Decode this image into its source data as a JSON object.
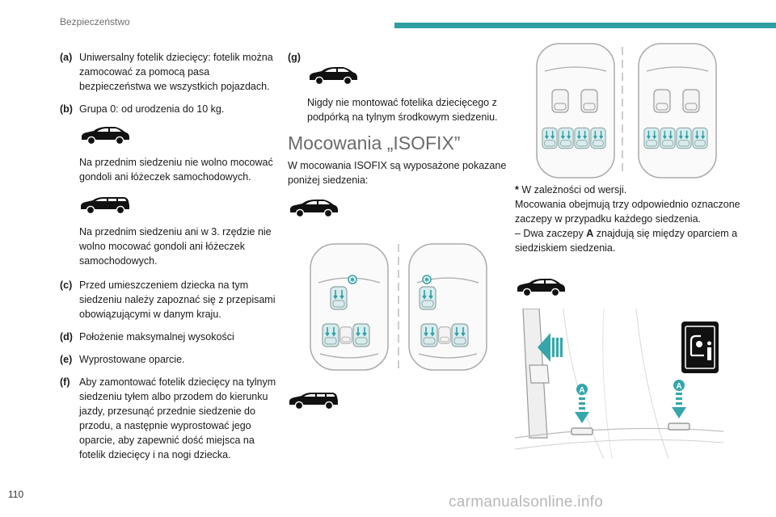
{
  "header": {
    "section": "Bezpieczeństwo",
    "page_number": "110"
  },
  "items": [
    {
      "label": "(a)",
      "text": "Uniwersalny fotelik dziecięcy: fotelik można zamocować za pomocą pasa bezpieczeństwa we wszystkich pojazdach."
    },
    {
      "label": "(b)",
      "text": "Grupa 0: od urodzenia do 10 kg."
    },
    {
      "label": "(c)",
      "text": "Przed umieszczeniem dziecka na tym siedzeniu należy zapoznać się z przepisami obowiązującymi w danym kraju."
    },
    {
      "label": "(d)",
      "text": "Położenie maksymalnej wysokości"
    },
    {
      "label": "(e)",
      "text": "Wyprostowane oparcie."
    },
    {
      "label": "(f)",
      "text": "Aby zamontować fotelik dziecięcy na tylnym siedzeniu tyłem albo przodem do kierunku jazdy, przesunąć przednie siedzenie do przodu, a następnie wyprostować jego oparcie, aby zapewnić dość miejsca na fotelik dziecięcy i na nogi dziecka."
    },
    {
      "label": "(g)",
      "text": ""
    }
  ],
  "notes": {
    "suv": "Na przednim siedzeniu nie wolno mocować gondoli ani łóżeczek samochodowych.",
    "estate": "Na przednim siedzeniu ani w 3. rzędzie nie wolno mocować gondoli ani łóżeczek samochodowych.",
    "g": "Nigdy nie montować fotelika dziecięcego z podpórką na tylnym środkowym siedzeniu."
  },
  "isofix": {
    "title": "Mocowania „ISOFIX”",
    "intro": "W mocowania ISOFIX są wyposażone pokazane poniżej siedzenia:",
    "footnote_star": "*",
    "footnote": " W zależności od wersji.",
    "description": "Mocowania obejmują trzy odpowiednio oznaczone zaczepy w przypadku każdego siedzenia.",
    "dash": "–  Dwa zaczepy ",
    "anchor_letter": "A",
    "dash_rest": " znajdują się między oparciem a siedziskiem siedzenia."
  },
  "photo": {
    "anchor_left": "A",
    "anchor_right": "A"
  },
  "watermark": "carmanualsonline.info",
  "colors": {
    "accent": "#2f9fa3",
    "arrow": "#35a6aa",
    "outline": "#9a9a9a"
  }
}
